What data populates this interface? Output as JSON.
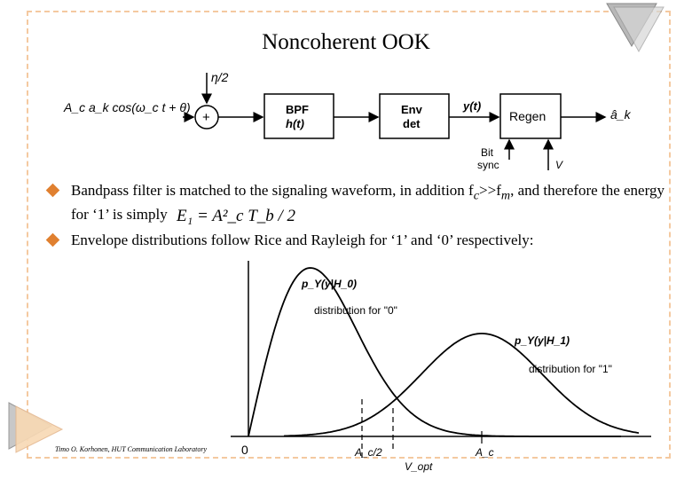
{
  "title": "Noncoherent OOK",
  "block_diagram": {
    "input_label": "A_c a_k cos(ω_c t + θ)",
    "noise_label": "η/2",
    "adder_symbol": "+",
    "bpf_line1": "BPF",
    "bpf_line2": "h(t)",
    "env_line1": "Env",
    "env_line2": "det",
    "y_label": "y(t)",
    "regen_label": "Regen",
    "output_label": "â_k",
    "bitsync_line1": "Bit",
    "bitsync_line2": "sync",
    "v_label": "V"
  },
  "bullets": [
    {
      "text_before": "Bandpass filter is matched to the signaling waveform, in addition f",
      "sub1": "c",
      "mid": ">>f",
      "sub2": "m",
      "text_after": ", and therefore the energy for ‘1’ is simply"
    },
    {
      "text": "Envelope distributions follow Rice and Rayleigh for ‘1’ and ‘0’ respectively:"
    }
  ],
  "energy_formula": "E₁ = A²_c T_b / 2",
  "chart_data": {
    "type": "line",
    "series": [
      {
        "name": "p_Y(y|H_0)",
        "annotation": "distribution for \"0\""
      },
      {
        "name": "p_Y(y|H_1)",
        "annotation": "distribution for \"1\""
      }
    ],
    "x_tick_labels": [
      "0",
      "A_c/2",
      "V_opt",
      "A_c"
    ],
    "curve_labels": [
      "p_Y(y|H_0)",
      "p_Y(y|H_1)"
    ],
    "annotations": [
      "distribution for \"0\"",
      "distribution for \"1\""
    ]
  },
  "footer": "Timo O. Korhonen, HUT Communication Laboratory",
  "colors": {
    "accent": "#e08030",
    "frame": "#f4c9a0",
    "arrow": "#b0b0b0"
  }
}
